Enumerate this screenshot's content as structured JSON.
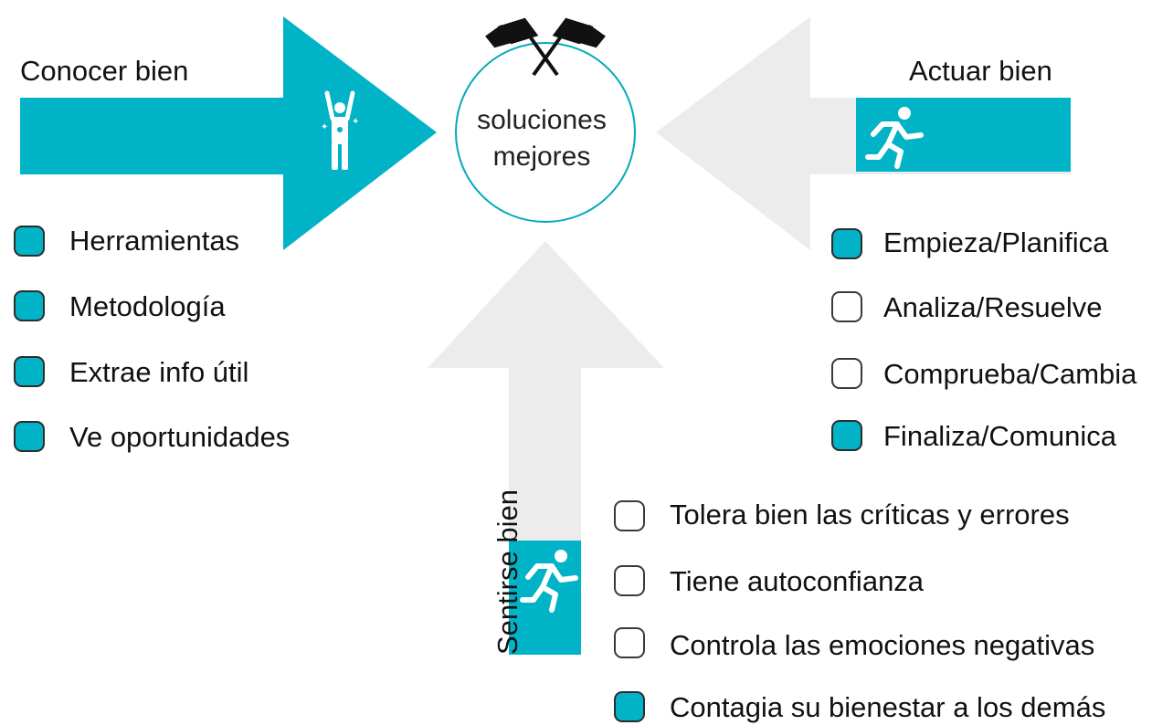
{
  "center": {
    "line1": "soluciones",
    "line2": "mejores"
  },
  "colors": {
    "accent": "#00b3c7",
    "grey_arrow": "#ececec",
    "circle_border": "#00aabd"
  },
  "left": {
    "heading": "Conocer bien",
    "icon": "person-celebrating-icon",
    "items": [
      {
        "label": "Herramientas",
        "checked": true
      },
      {
        "label": "Metodología",
        "checked": true
      },
      {
        "label": "Extrae info útil",
        "checked": true
      },
      {
        "label": "Ve oportunidades",
        "checked": true
      }
    ]
  },
  "right": {
    "heading": "Actuar bien",
    "icon": "person-running-icon",
    "items": [
      {
        "label": "Empieza/Planifica",
        "checked": true
      },
      {
        "label": "Analiza/Resuelve",
        "checked": false
      },
      {
        "label": "Comprueba/Cambia",
        "checked": false
      },
      {
        "label": "Finaliza/Comunica",
        "checked": true
      }
    ]
  },
  "bottom": {
    "heading": "Sentirse bien",
    "icon": "person-running-icon",
    "items": [
      {
        "label": "Tolera bien las críticas y errores",
        "checked": false
      },
      {
        "label": "Tiene autoconfianza",
        "checked": false
      },
      {
        "label": "Controla las emociones negativas",
        "checked": false
      },
      {
        "label": "Contagia su bienestar a los demás",
        "checked": true
      }
    ]
  },
  "top_icon": "crossed-flags-icon"
}
